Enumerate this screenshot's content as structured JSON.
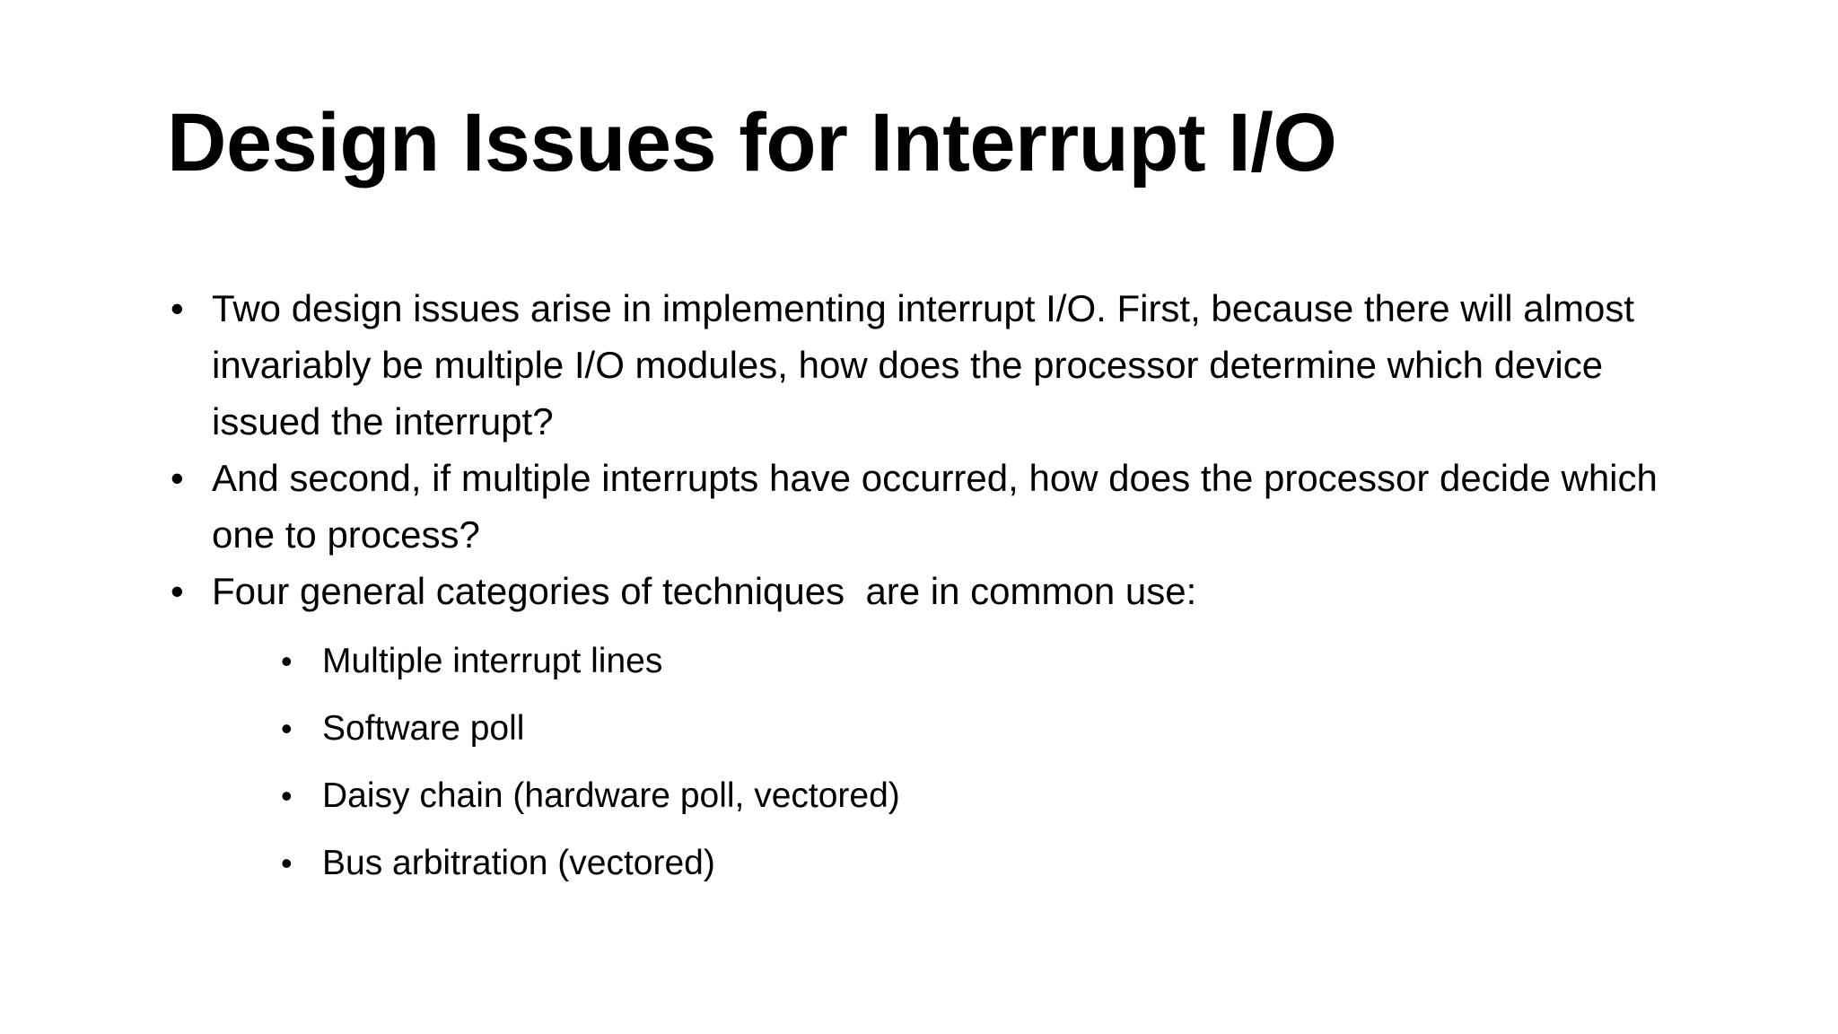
{
  "slide": {
    "title": "Design Issues for Interrupt I/O",
    "background_color": "#ffffff",
    "text_color": "#000000",
    "bullet_glyph": "•",
    "bullets": [
      {
        "text": "Two design issues arise in implementing interrupt I/O. First, because there will almost invariably be multiple I/O modules, how does the processor determine which device issued the interrupt?"
      },
      {
        "text": "And second, if multiple interrupts have occurred, how does the processor decide which one to process?"
      },
      {
        "text": "Four general categories of techniques  are in common use:",
        "subbullets": [
          {
            "text": "Multiple interrupt lines"
          },
          {
            "text": "Software poll"
          },
          {
            "text": "Daisy chain (hardware poll, vectored)"
          },
          {
            "text": "Bus arbitration (vectored)"
          }
        ]
      }
    ]
  }
}
